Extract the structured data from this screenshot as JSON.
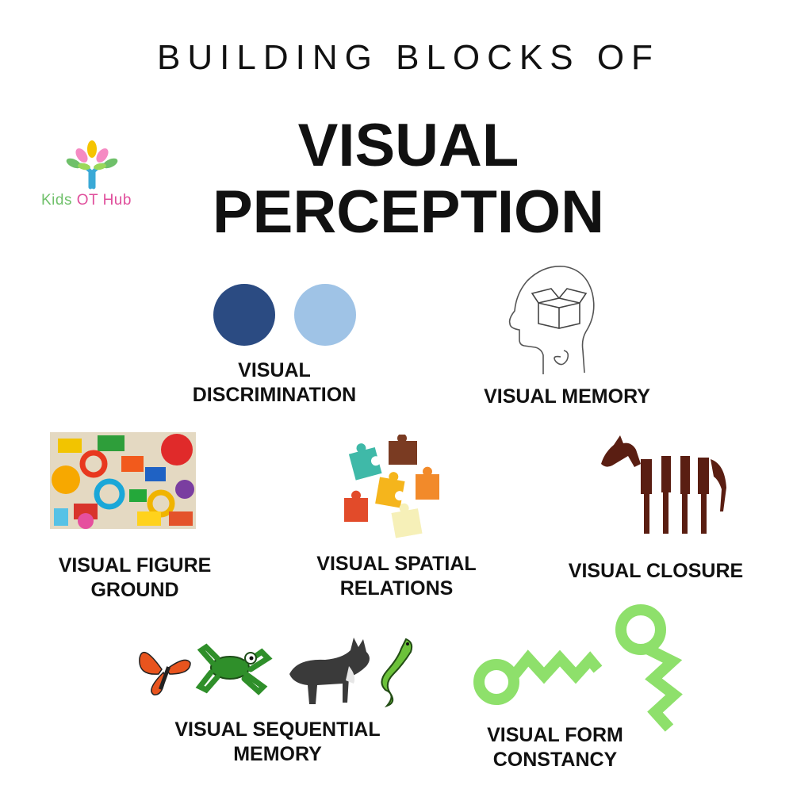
{
  "header": {
    "top_line": "BUILDING BLOCKS OF",
    "title_line1": "VISUAL",
    "title_line2": "PERCEPTION"
  },
  "logo": {
    "parts": [
      "Kids",
      " ",
      "OT",
      " ",
      "Hub"
    ],
    "colors": [
      "#6fc06a",
      "#e04f9c",
      "#f5c400",
      "#3aa9d6",
      "#ff6fae"
    ]
  },
  "items": {
    "discrimination": {
      "line1": "VISUAL",
      "line2": "DISCRIMINATION",
      "circle_dark": "#2b4b82",
      "circle_light": "#9fc3e6"
    },
    "memory": {
      "line1": "VISUAL MEMORY"
    },
    "figure_ground": {
      "line1": "VISUAL FIGURE",
      "line2": "GROUND"
    },
    "spatial": {
      "line1": "VISUAL SPATIAL",
      "line2": "RELATIONS"
    },
    "closure": {
      "line1": "VISUAL CLOSURE"
    },
    "sequential": {
      "line1": "VISUAL SEQUENTIAL",
      "line2": "MEMORY"
    },
    "form_constancy": {
      "line1": "VISUAL FORM",
      "line2": "CONSTANCY",
      "shape_color": "#8ee06b"
    }
  }
}
